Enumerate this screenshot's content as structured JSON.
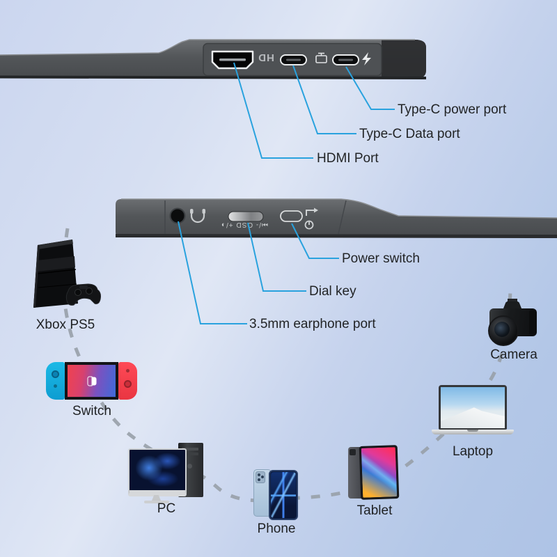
{
  "colors": {
    "callout_line": "#29a2de",
    "dotted_path": "#98a0a9",
    "label_text": "#222426",
    "edge_face": "#56595c",
    "edge_dark": "#2b2d2f"
  },
  "top_edge": {
    "hd_marking": "HD",
    "ports": [
      "hdmi-port",
      "type-c-data-port",
      "type-c-power-port"
    ],
    "callouts": [
      {
        "id": "type_c_power",
        "label": "Type-C power port"
      },
      {
        "id": "type_c_data",
        "label": "Type-C Data port"
      },
      {
        "id": "hdmi",
        "label": "HDMI Port"
      }
    ]
  },
  "side_edge": {
    "dial_marking": "⏭/-  OSD  +/◑",
    "callouts": [
      {
        "id": "power_switch",
        "label": "Power switch"
      },
      {
        "id": "dial_key",
        "label": "Dial key"
      },
      {
        "id": "earphone",
        "label": "3.5mm earphone port"
      }
    ]
  },
  "devices": [
    {
      "id": "console",
      "label": "Xbox PS5"
    },
    {
      "id": "switch",
      "label": "Switch"
    },
    {
      "id": "pc",
      "label": "PC"
    },
    {
      "id": "phone",
      "label": "Phone"
    },
    {
      "id": "tablet",
      "label": "Tablet"
    },
    {
      "id": "laptop",
      "label": "Laptop"
    },
    {
      "id": "camera",
      "label": "Camera"
    }
  ],
  "icons": {
    "lightning": "power-delivery",
    "monitor": "display-out",
    "headset": "earphone",
    "power_symbol": "power",
    "return_arrow": "signal-in"
  }
}
